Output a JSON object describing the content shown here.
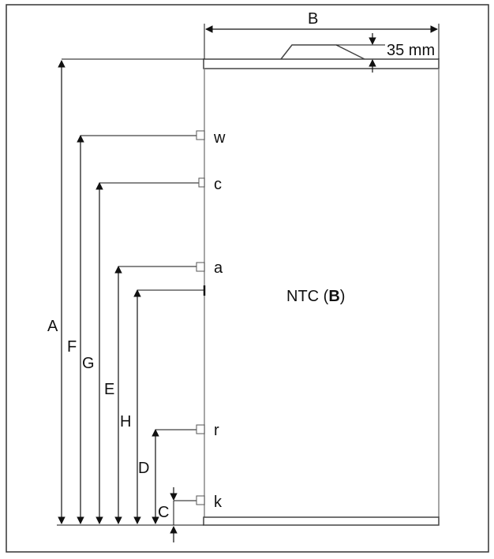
{
  "diagram": {
    "width_label": "B",
    "top_label": "35 mm",
    "center_label_prefix": "NTC (",
    "center_label_bold": "B",
    "center_label_suffix": ")",
    "height_labels": {
      "A": "A",
      "F": "F",
      "G": "G",
      "E": "E",
      "H": "H",
      "D": "D",
      "C": "C"
    },
    "connections": {
      "w": "w",
      "c": "c",
      "a": "a",
      "r": "r",
      "k": "k"
    }
  }
}
